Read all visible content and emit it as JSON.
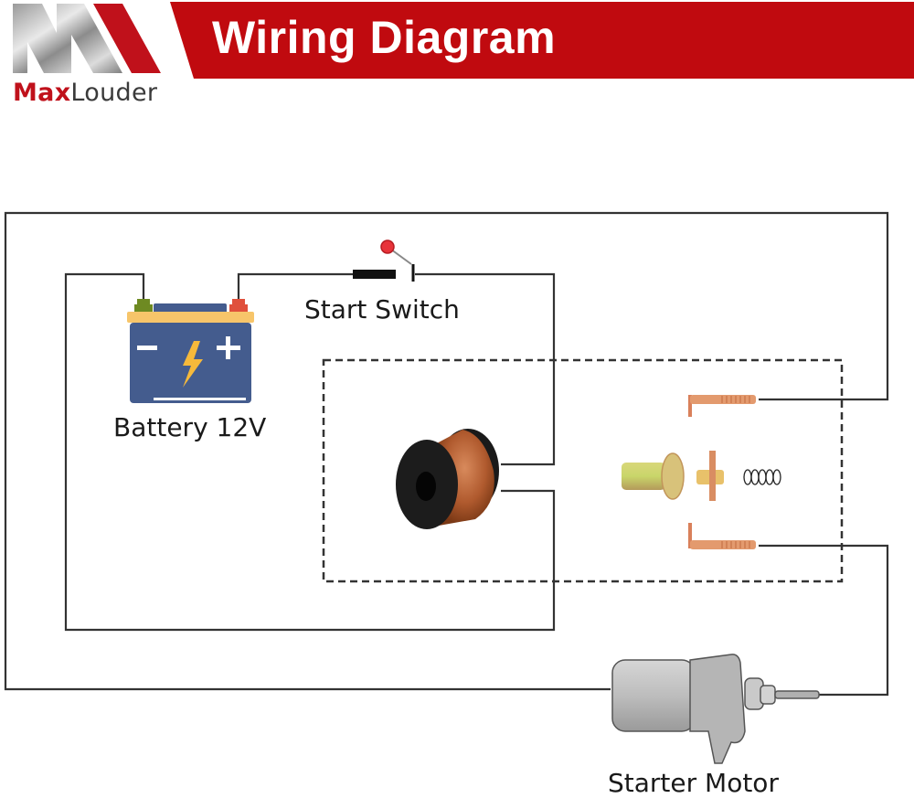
{
  "header": {
    "brand_prefix": "Max",
    "brand_suffix": "Louder",
    "title": "Wiring Diagram",
    "banner_color": "#c00a0f"
  },
  "components": {
    "battery": {
      "label": "Battery 12V",
      "negative_symbol": "−",
      "positive_symbol": "+"
    },
    "switch": {
      "label": "Start Switch"
    },
    "coil": {
      "label": ""
    },
    "solenoid_contacts": {
      "label": ""
    },
    "motor": {
      "label": "Starter Motor"
    }
  },
  "colors": {
    "wire": "#333333",
    "battery_body": "#445c8e",
    "battery_top": "#f7c56a",
    "terminal_negative": "#6e8a22",
    "terminal_positive": "#e0503c",
    "bolt": "#f6b93b",
    "copper": "#e39a6e",
    "switch_knob": "#e8333a"
  }
}
